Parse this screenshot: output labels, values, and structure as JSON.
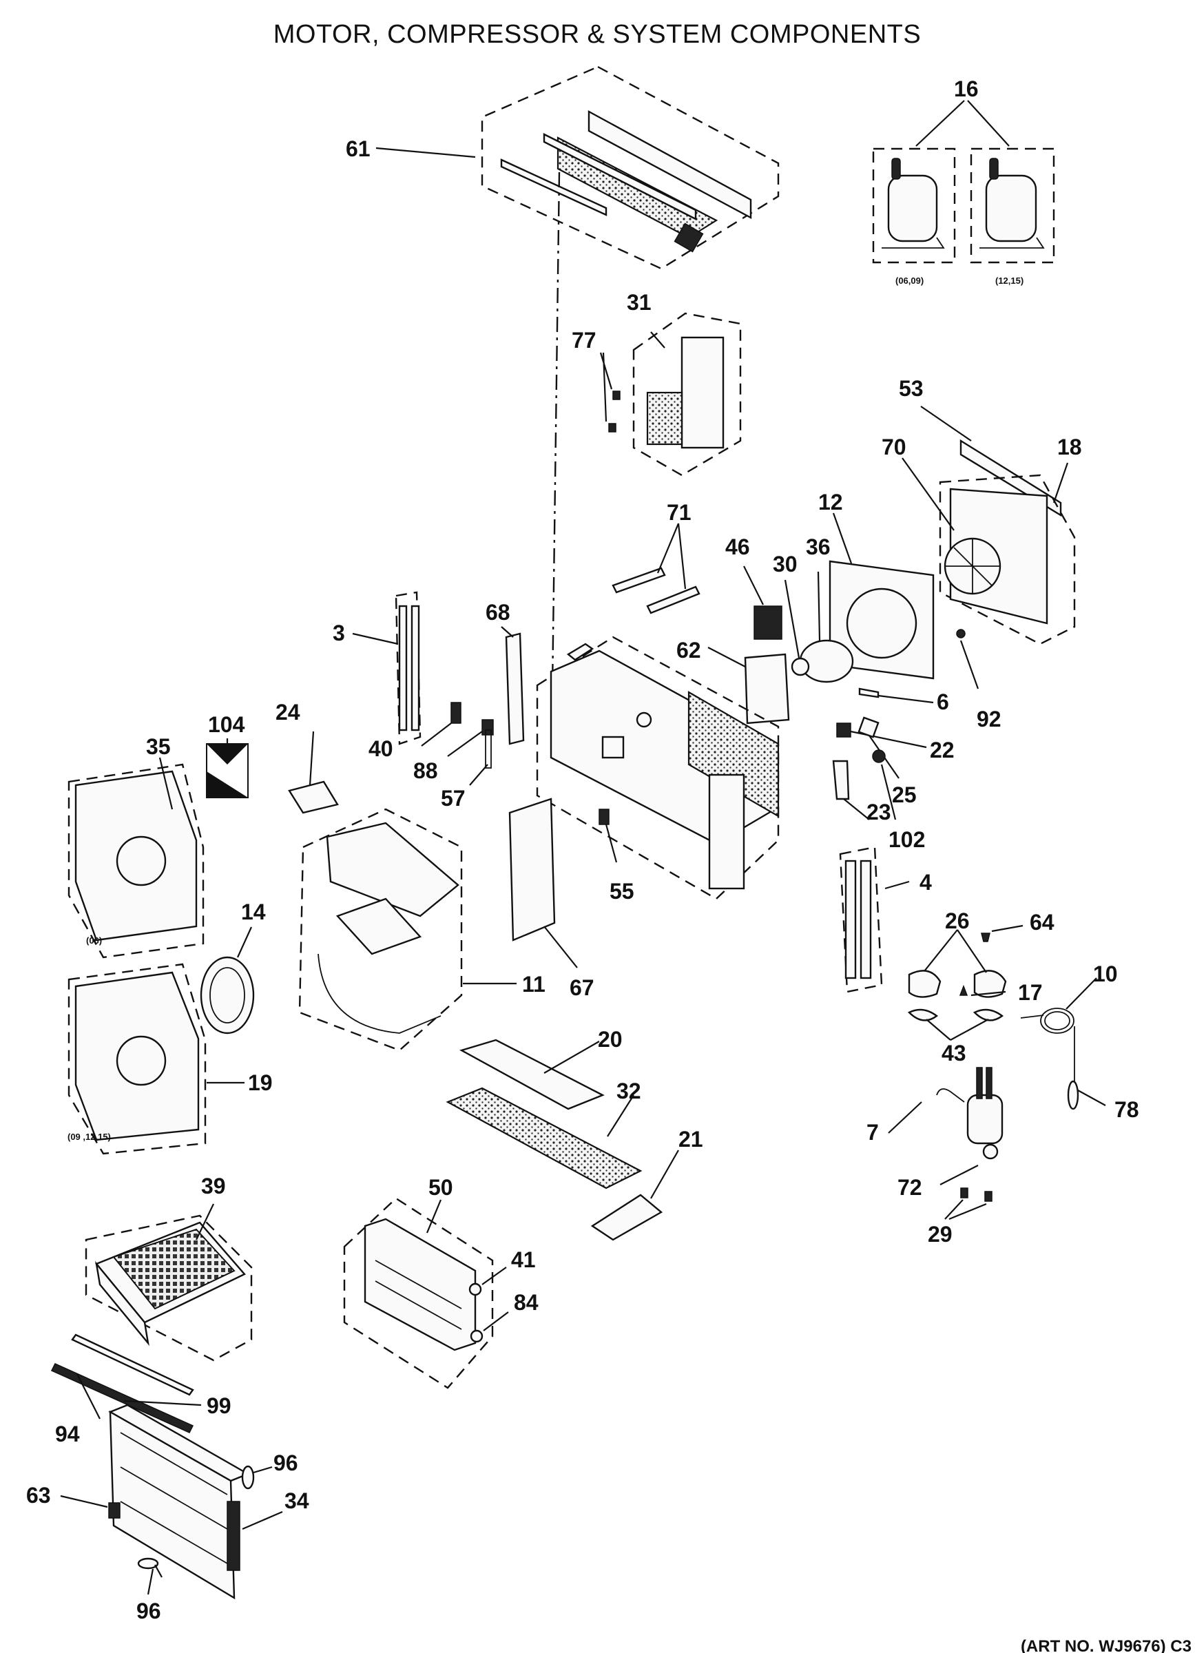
{
  "title": "MOTOR, COMPRESSOR & SYSTEM COMPONENTS",
  "art_number": "(ART NO. WJ9676) C3",
  "variant_notes": {
    "compressor_left": "(06,09)",
    "compressor_right": "(12,15)",
    "shroud_35": "(06)",
    "shroud_19": "(09 ,12,15)"
  },
  "part_numbers": [
    "61",
    "16",
    "31",
    "77",
    "53",
    "70",
    "18",
    "71",
    "12",
    "46",
    "30",
    "36",
    "3",
    "68",
    "62",
    "6",
    "92",
    "104",
    "24",
    "35",
    "40",
    "88",
    "57",
    "22",
    "25",
    "23",
    "102",
    "4",
    "26",
    "64",
    "14",
    "55",
    "11",
    "67",
    "17",
    "10",
    "43",
    "20",
    "19",
    "32",
    "7",
    "78",
    "21",
    "72",
    "29",
    "39",
    "50",
    "41",
    "84",
    "99",
    "94",
    "96",
    "63",
    "34",
    "96"
  ]
}
